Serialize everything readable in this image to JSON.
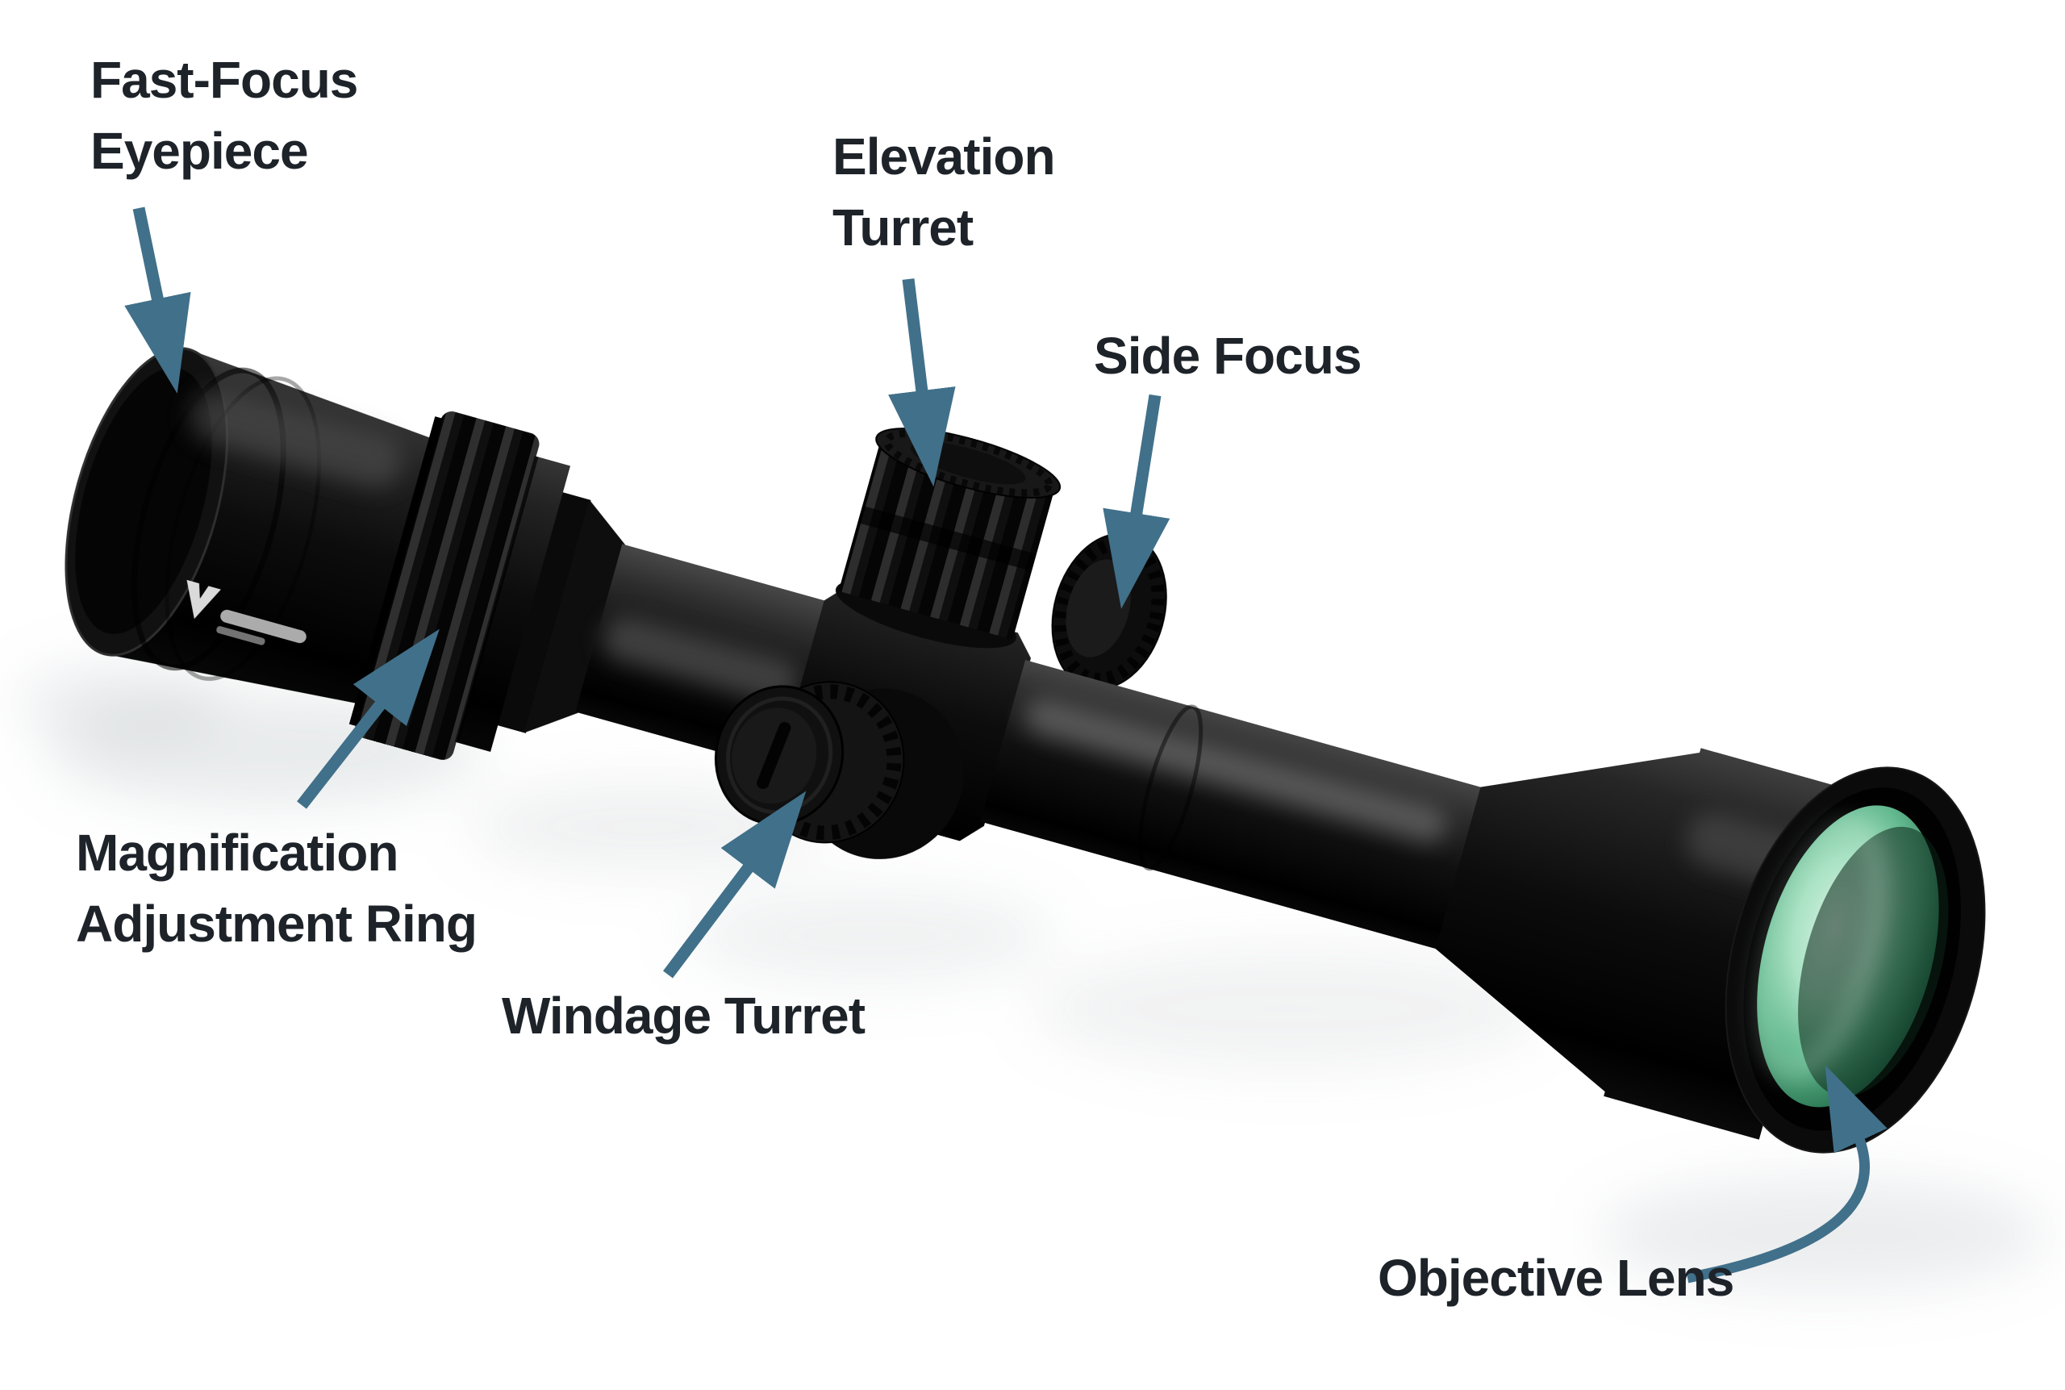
{
  "figure": {
    "type": "labeled-product-diagram",
    "subject": "riflescope side view",
    "background_color": "#ffffff",
    "scope_body_color": "#0a0a0a",
    "lens_tint_color": "#8fd9b5",
    "arrow_color": "#41708a",
    "label_text_color": "#1d2329",
    "brand_mark": "vortex-logo"
  },
  "labels": [
    {
      "id": "fast-focus-eyepiece",
      "text": "Fast-Focus\nEyepiece"
    },
    {
      "id": "elevation-turret",
      "text": "Elevation\nTurret"
    },
    {
      "id": "side-focus",
      "text": "Side Focus"
    },
    {
      "id": "magnification-adjustment-ring",
      "text": "Magnification\nAdjustment Ring"
    },
    {
      "id": "windage-turret",
      "text": "Windage Turret"
    },
    {
      "id": "objective-lens",
      "text": "Objective Lens"
    }
  ]
}
